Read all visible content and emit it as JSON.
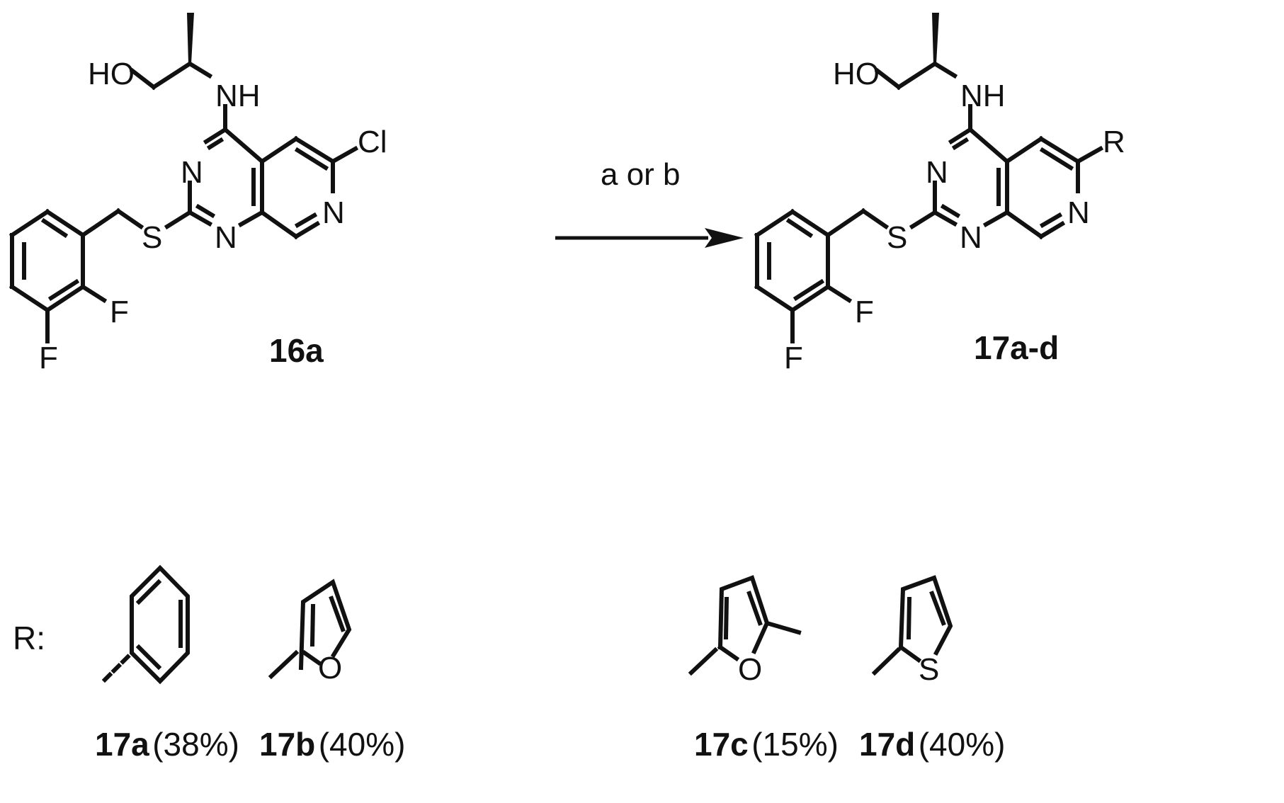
{
  "reaction": {
    "conditions_label": "a or b",
    "arrow_icon": "reaction-arrow"
  },
  "starting_material": {
    "id": "16a",
    "atoms": {
      "ho": "HO",
      "nh": "NH",
      "n": "N",
      "s": "S",
      "cl": "Cl",
      "f": "F"
    }
  },
  "product": {
    "id": "17a-d",
    "atoms": {
      "ho": "HO",
      "nh": "NH",
      "n": "N",
      "s": "S",
      "r": "R",
      "f": "F"
    }
  },
  "substituents": {
    "label": "R:",
    "items": [
      {
        "id": "17a",
        "yield": "(38%)",
        "group": "phenyl"
      },
      {
        "id": "17b",
        "yield": "(40%)",
        "group": "2-furyl",
        "hetero": "O"
      },
      {
        "id": "17c",
        "yield": "(15%)",
        "group": "5-methyl-2-furyl",
        "hetero": "O"
      },
      {
        "id": "17d",
        "yield": "(40%)",
        "group": "2-thienyl",
        "hetero": "S"
      }
    ]
  }
}
